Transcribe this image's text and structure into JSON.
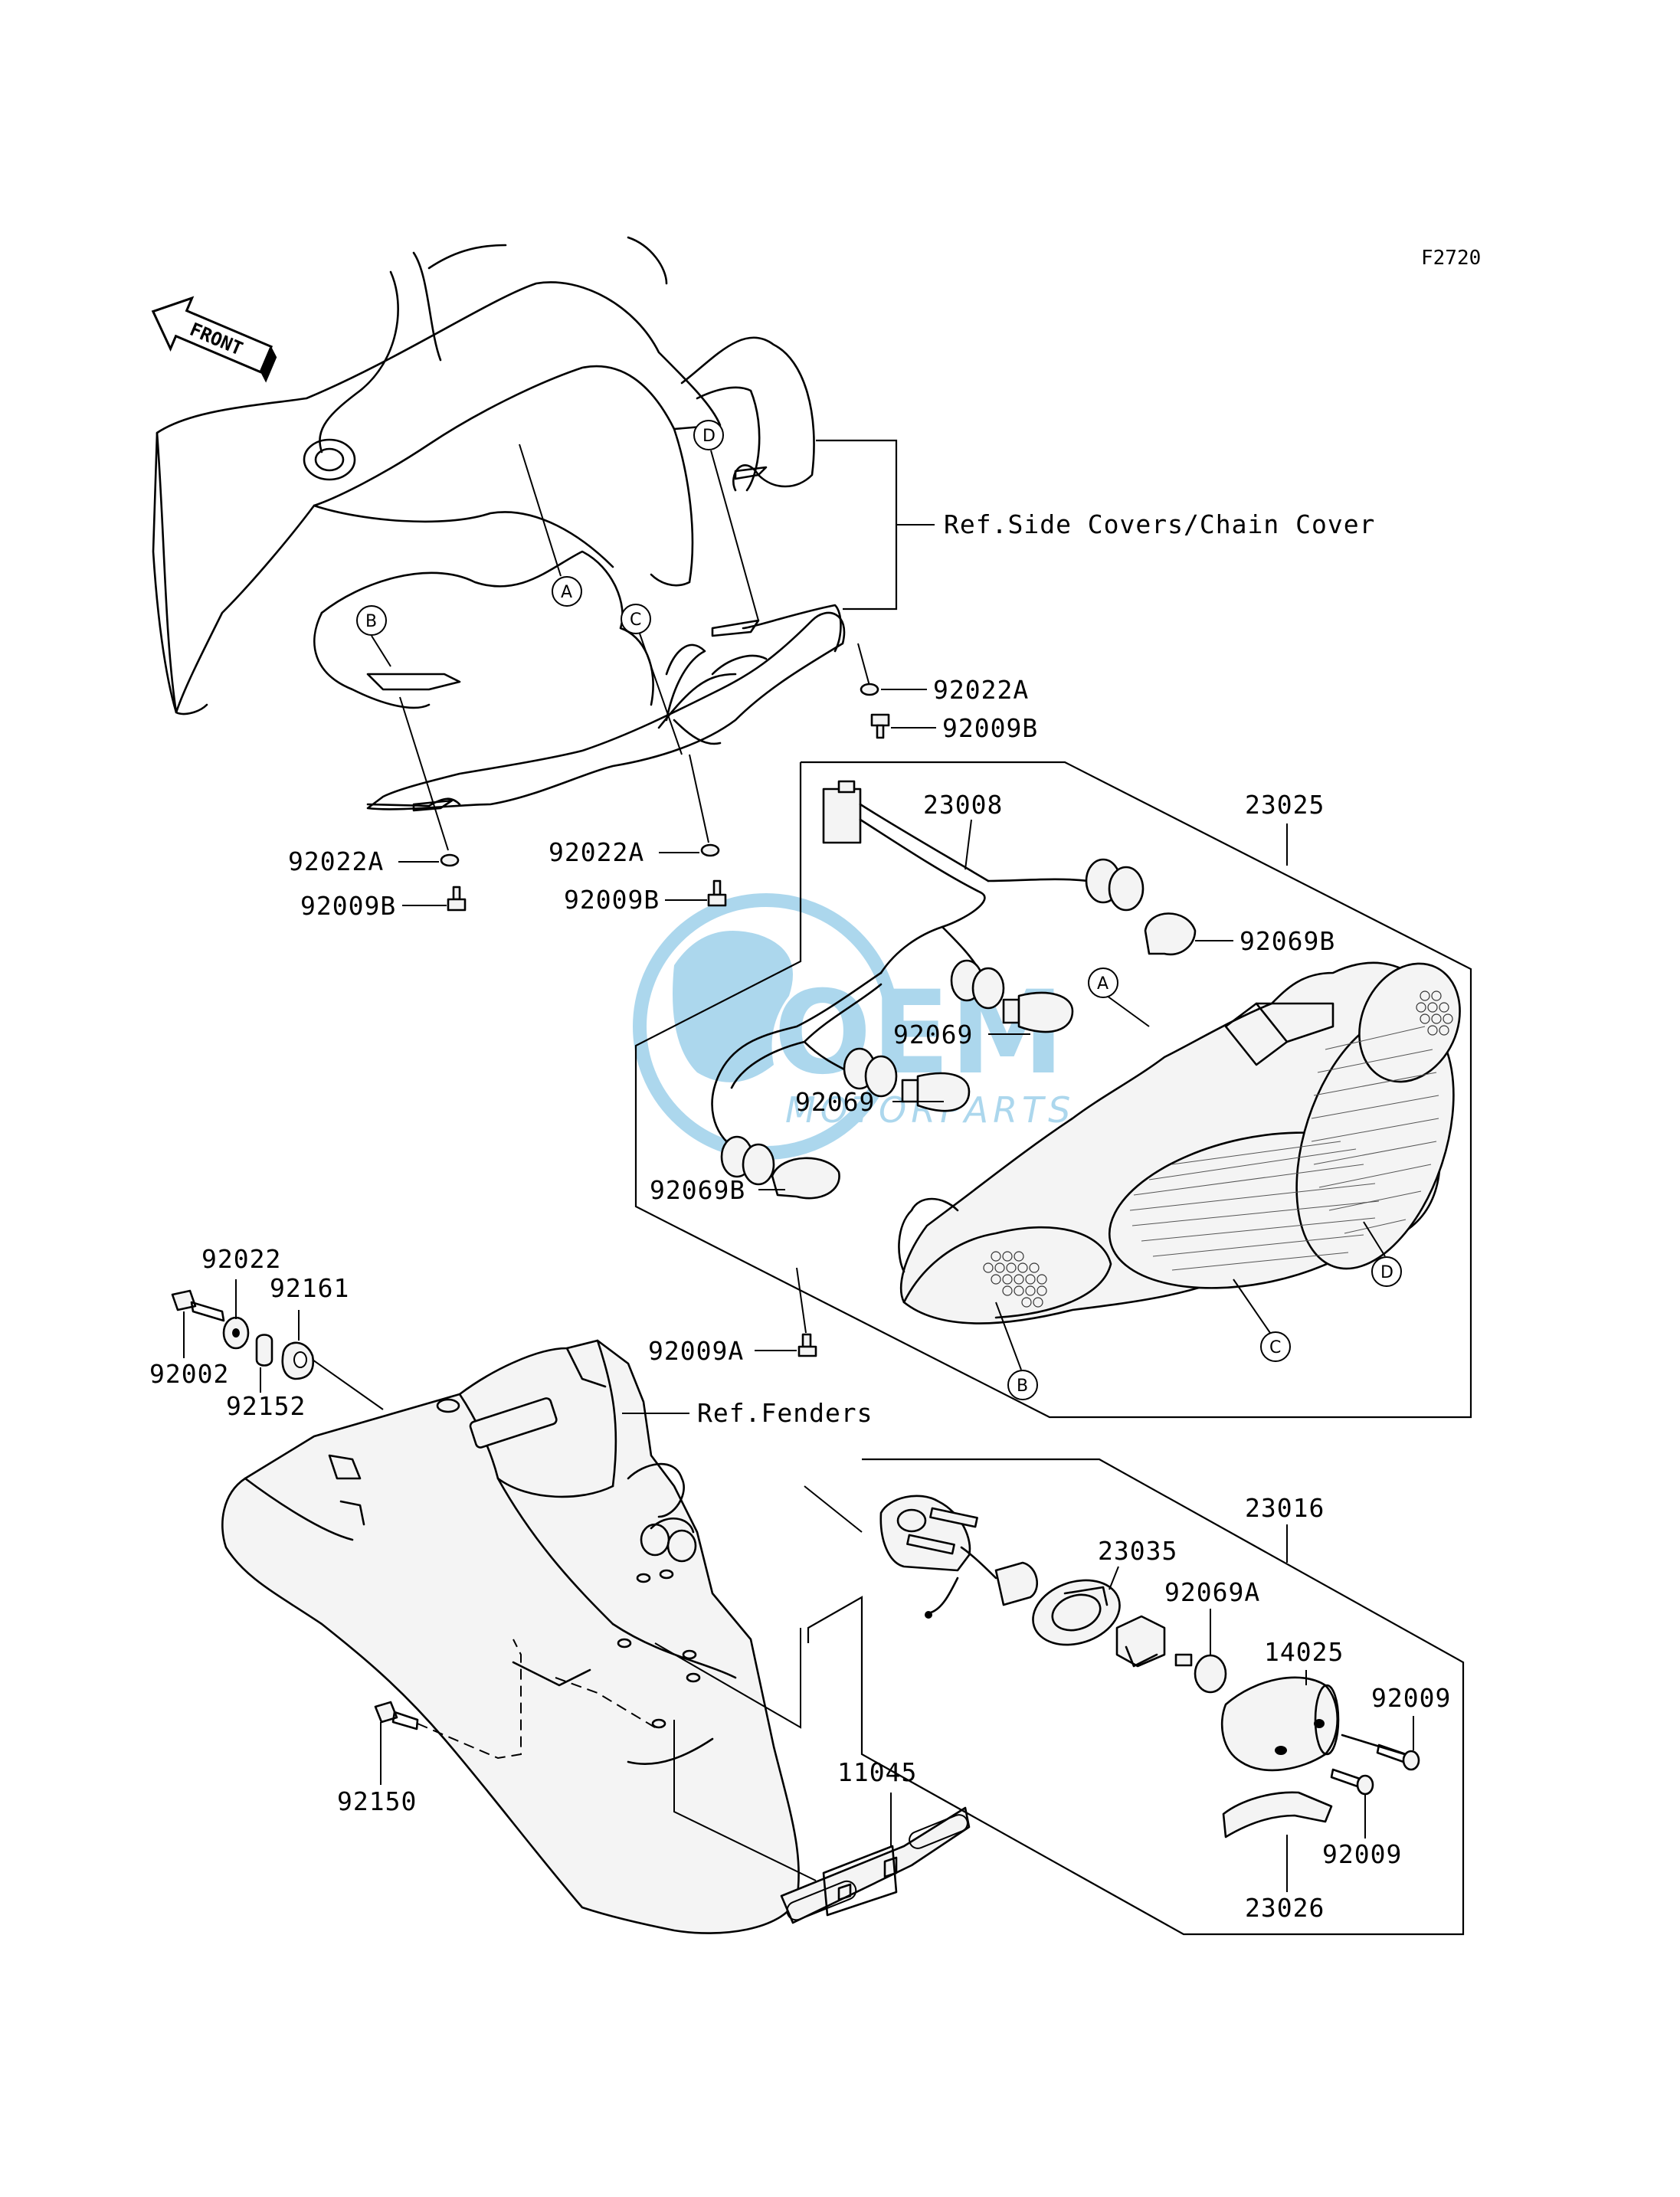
{
  "figure_code": "F2720",
  "front_indicator": "FRONT",
  "watermark": {
    "brand": "OEM",
    "subtitle": "MOTORPARTS",
    "color": "#4aa8d8"
  },
  "reference_labels": {
    "side_covers": "Ref.Side Covers/Chain Cover",
    "fenders": "Ref.Fenders"
  },
  "ref_letters": [
    "A",
    "B",
    "C",
    "D"
  ],
  "parts": {
    "p92022A_1": "92022A",
    "p92009B_1": "92009B",
    "p92022A_2": "92022A",
    "p92009B_2": "92009B",
    "p92022A_3": "92022A",
    "p92009B_3": "92009B",
    "p23008": "23008",
    "p23025": "23025",
    "p92069B_1": "92069B",
    "p92069_1": "92069",
    "p92069_2": "92069",
    "p92069B_2": "92069B",
    "p92009A": "92009A",
    "p92022": "92022",
    "p92161": "92161",
    "p92002": "92002",
    "p92152": "92152",
    "p23016": "23016",
    "p23035": "23035",
    "p92069A": "92069A",
    "p14025": "14025",
    "p92009_1": "92009",
    "p92009_2": "92009",
    "p23026": "23026",
    "p11045": "11045",
    "p92150": "92150"
  },
  "colors": {
    "line": "#000000",
    "background": "#ffffff"
  }
}
